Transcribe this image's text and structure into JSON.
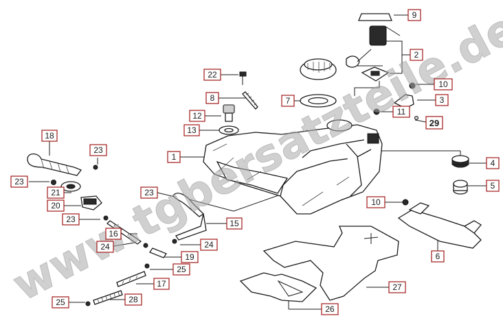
{
  "watermark": "www.tgbersatzteile.de",
  "callouts": [
    {
      "id": "c1",
      "label": "1"
    },
    {
      "id": "c2",
      "label": "2"
    },
    {
      "id": "c3",
      "label": "3"
    },
    {
      "id": "c4",
      "label": "4"
    },
    {
      "id": "c5",
      "label": "5"
    },
    {
      "id": "c6",
      "label": "6"
    },
    {
      "id": "c7",
      "label": "7"
    },
    {
      "id": "c8",
      "label": "8"
    },
    {
      "id": "c9",
      "label": "9"
    },
    {
      "id": "c10a",
      "label": "10"
    },
    {
      "id": "c10b",
      "label": "10"
    },
    {
      "id": "c11",
      "label": "11"
    },
    {
      "id": "c12",
      "label": "12"
    },
    {
      "id": "c13",
      "label": "13"
    },
    {
      "id": "c15",
      "label": "15"
    },
    {
      "id": "c16",
      "label": "16"
    },
    {
      "id": "c17",
      "label": "17"
    },
    {
      "id": "c18",
      "label": "18"
    },
    {
      "id": "c19",
      "label": "19"
    },
    {
      "id": "c20",
      "label": "20"
    },
    {
      "id": "c21",
      "label": "21"
    },
    {
      "id": "c22",
      "label": "22"
    },
    {
      "id": "c23a",
      "label": "23"
    },
    {
      "id": "c23b",
      "label": "23"
    },
    {
      "id": "c23c",
      "label": "23"
    },
    {
      "id": "c23d",
      "label": "23"
    },
    {
      "id": "c24a",
      "label": "24"
    },
    {
      "id": "c24b",
      "label": "24"
    },
    {
      "id": "c25a",
      "label": "25"
    },
    {
      "id": "c25b",
      "label": "25"
    },
    {
      "id": "c26",
      "label": "26"
    },
    {
      "id": "c27",
      "label": "27"
    },
    {
      "id": "c28",
      "label": "28"
    },
    {
      "id": "c29",
      "label": "29"
    }
  ]
}
